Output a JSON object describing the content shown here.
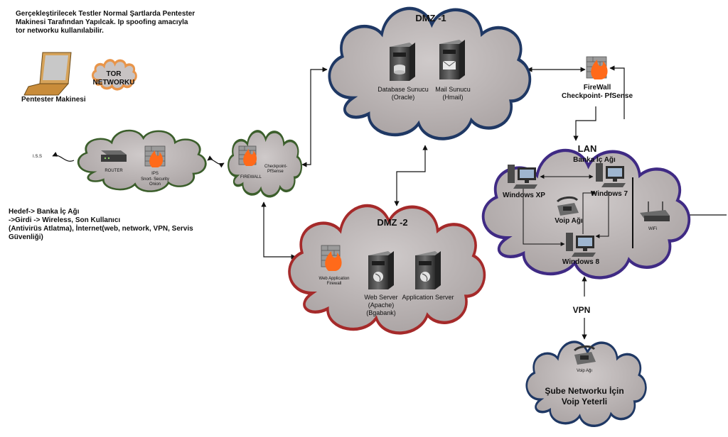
{
  "notes": {
    "intro": [
      "Gerçekleştirilecek Testler Normal Şartlarda Pentester",
      "Makinesi Tarafından Yapılcak. Ip spoofing amacıyla",
      "tor networku kullanılabilir."
    ],
    "target": [
      "Hedef-> Banka İç Ağı",
      "->Girdi -> Wireless, Son Kullanıcı",
      "(Antivirüs Atlatma), İnternet(web, network, VPN, Servis",
      "Güvenliği)"
    ]
  },
  "pentester": {
    "label": "Pentester  Makinesi"
  },
  "tor": {
    "label": [
      "TOR",
      "NETWORKU"
    ]
  },
  "isp": {
    "label": "I.S.S"
  },
  "edge": {
    "router": "ROUTER",
    "ips": [
      "IPS",
      "Snort- Security",
      "Onion"
    ]
  },
  "firewall1": {
    "label": "FIREWALL",
    "sublabel": [
      "Checkpoint-",
      "PfSense"
    ]
  },
  "dmz1": {
    "title": "DMZ -1",
    "db": [
      "Database Sunucu",
      "(Oracle)"
    ],
    "mail": [
      "Mail Sunucu",
      "(Hmail)"
    ]
  },
  "dmz2": {
    "title": "DMZ -2",
    "waf": [
      "Web Application",
      "Firewall"
    ],
    "web": [
      "Web Server",
      "(Apache)",
      "(Bgabank)"
    ],
    "app": "Application Server"
  },
  "firewall2": {
    "label": [
      "FireWall",
      "Checkpoint- PfSense"
    ]
  },
  "lan": {
    "title": "LAN",
    "subtitle": "Banka İç Ağı",
    "winxp": "Windows XP",
    "win7": "Windows 7",
    "voip": "Voip Ağı",
    "win8": "Windows 8",
    "wifi": "WiFi"
  },
  "vpn": {
    "label": "VPN"
  },
  "branch": {
    "voip": "Voip Ağı",
    "title": [
      "Şube Networku İçin",
      "Voip Yeterli"
    ]
  },
  "colors": {
    "cloud_fill": "#b7b1b1",
    "dmz1_border": "#1f3864",
    "dmz2_border": "#a52a2a",
    "edge_border": "#3b5e2b",
    "lan_border": "#3f2a84",
    "branch_border": "#1f3864",
    "tor_border": "#e8954a"
  }
}
